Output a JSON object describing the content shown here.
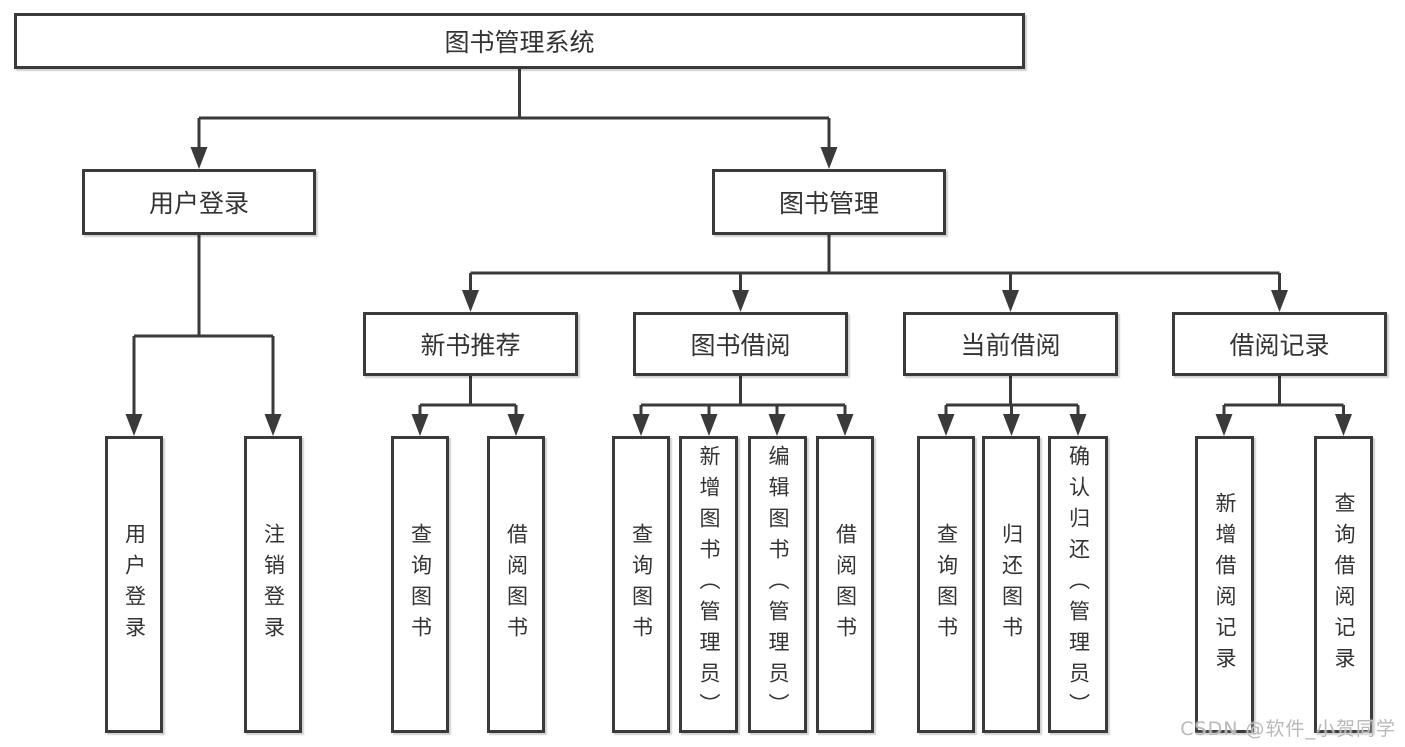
{
  "tree": {
    "root": {
      "label": "图书管理系统"
    },
    "level1": [
      {
        "id": "user-login",
        "label": "用户登录"
      },
      {
        "id": "book-management",
        "label": "图书管理"
      }
    ],
    "level2": [
      {
        "id": "new-books",
        "label": "新书推荐"
      },
      {
        "id": "book-borrow",
        "label": "图书借阅"
      },
      {
        "id": "current-borrow",
        "label": "当前借阅"
      },
      {
        "id": "borrow-records",
        "label": "借阅记录"
      }
    ],
    "leaves": {
      "user_login": [
        "用户登录",
        "注销登录"
      ],
      "new_books": [
        "查询图书",
        "借阅图书"
      ],
      "book_borrow": [
        "查询图书",
        "新增图书（管理员）",
        "编辑图书（管理员）",
        "借阅图书"
      ],
      "current_borrow": [
        "查询图书",
        "归还图书",
        "确认归还（管理员）"
      ],
      "borrow_records": [
        "新增借阅记录",
        "查询借阅记录"
      ]
    }
  },
  "watermark": "CSDN @软件_小贺同学",
  "colors": {
    "line": "#3a3a3a",
    "text": "#333333",
    "watermark": "#b9b9b9",
    "background": "#ffffff"
  }
}
